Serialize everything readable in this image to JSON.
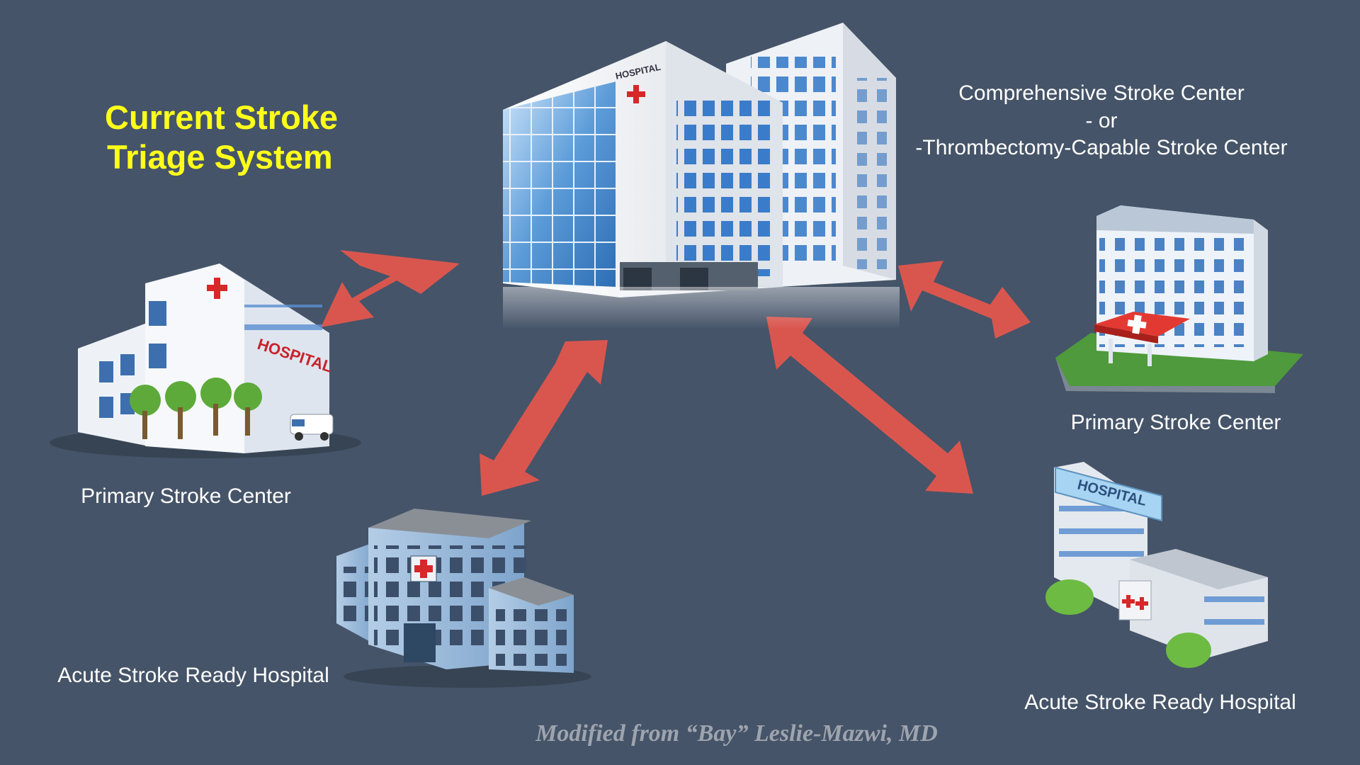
{
  "title": {
    "line1": "Current Stroke",
    "line2": "Triage System"
  },
  "hub": {
    "line1": "Comprehensive Stroke Center",
    "line2": "- or",
    "line3": "-Thrombectomy-Capable Stroke Center",
    "sign": "HOSPITAL"
  },
  "nodes": {
    "left_top": {
      "label": "Primary Stroke Center",
      "sign": "HOSPITAL"
    },
    "left_bottom": {
      "label": "Acute Stroke Ready Hospital"
    },
    "right_top": {
      "label": "Primary Stroke Center"
    },
    "right_bottom": {
      "label": "Acute Stroke Ready Hospital",
      "sign": "HOSPITAL"
    }
  },
  "credit": "Modified from “Bay” Leslie-Mazwi, MD",
  "colors": {
    "background": "#455468",
    "title": "#ffff1a",
    "arrow": "#d9564f",
    "credit": "#9ea4ae"
  }
}
